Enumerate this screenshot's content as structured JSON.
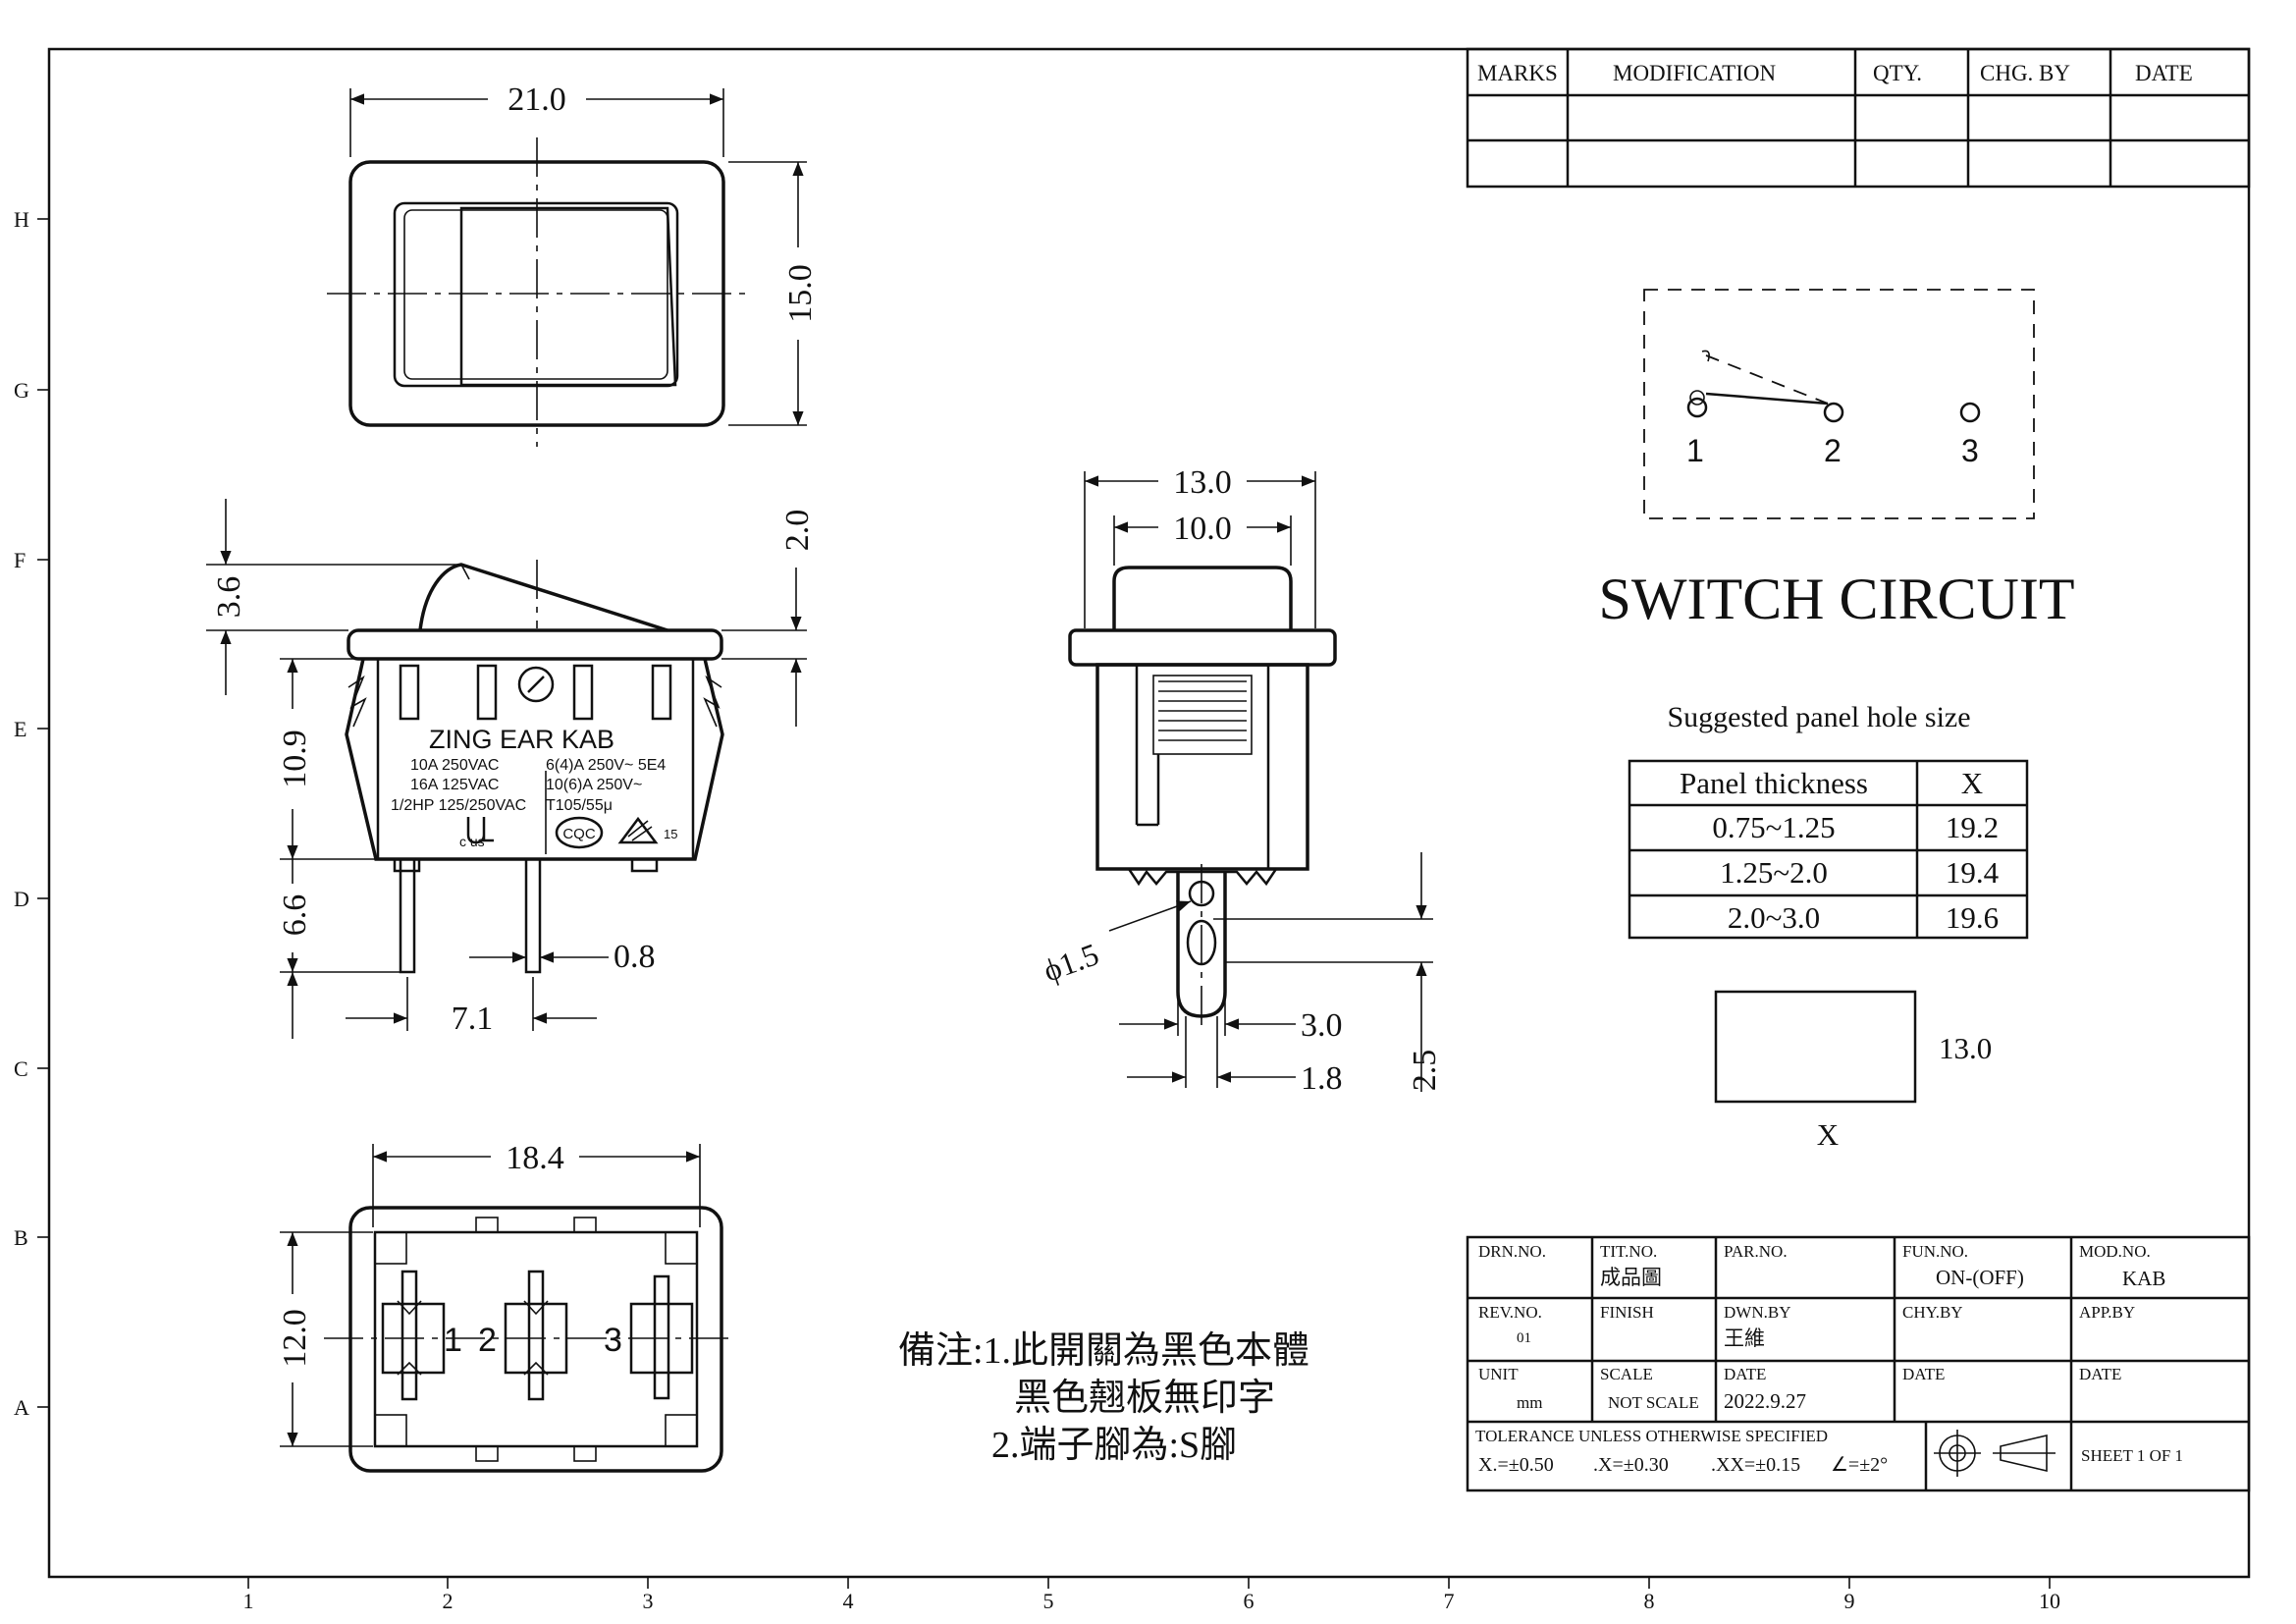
{
  "grid": {
    "rows": [
      "H",
      "G",
      "F",
      "E",
      "D",
      "C",
      "B",
      "A"
    ],
    "cols": [
      "1",
      "2",
      "3",
      "4",
      "5",
      "6",
      "7",
      "8",
      "9",
      "10"
    ]
  },
  "revision_table": {
    "headers": [
      "MARKS",
      "MODIFICATION",
      "QTY.",
      "CHG.  BY",
      "DATE"
    ]
  },
  "dimensions": {
    "top_width": "21.0",
    "top_height": "15.0",
    "actuator_height": "3.6",
    "rocker_offset": "2.0",
    "body_height": "10.9",
    "terminal_length": "6.6",
    "terminal_thickness": "0.8",
    "terminal_pitch": "7.1",
    "side_width_outer": "13.0",
    "side_width_inner": "10.0",
    "hole_diameter": "ϕ1.5",
    "terminal_width": "3.0",
    "terminal_tip": "1.8",
    "terminal_drop": "2.5",
    "bottom_width": "18.4",
    "bottom_height": "12.0"
  },
  "label": {
    "brand": "ZING EAR  KAB",
    "rating_left": [
      "10A 250VAC",
      "16A 125VAC",
      "1/2HP 125/250VAC"
    ],
    "rating_right": [
      "6(4)A 250V~  5E4",
      "10(6)A 250V~",
      "T105/55μ"
    ],
    "cert_cul": "c   us",
    "cert_cqc": "CQC",
    "cert_num": "15"
  },
  "bottom_terminals": [
    "1",
    "2",
    "3"
  ],
  "circuit": {
    "terminals": [
      "1",
      "2",
      "3"
    ],
    "title": "SWITCH   CIRCUIT"
  },
  "panel": {
    "caption": "Suggested panel hole size",
    "headers": [
      "Panel thickness",
      "X"
    ],
    "rows": [
      [
        "0.75~1.25",
        "19.2"
      ],
      [
        "1.25~2.0",
        "19.4"
      ],
      [
        "2.0~3.0",
        "19.6"
      ]
    ],
    "cutout_height": "13.0",
    "cutout_width_label": "X"
  },
  "notes": {
    "line1": "備注:1.此開關為黑色本體",
    "line2": "黑色翹板無印字",
    "line3": "2.端子腳為:S腳"
  },
  "title_block": {
    "drn_no_label": "DRN.NO.",
    "tit_no_label": "TIT.NO.",
    "tit_no_value": "成品圖",
    "par_no_label": "PAR.NO.",
    "fun_no_label": "FUN.NO.",
    "fun_no_value": "ON-(OFF)",
    "mod_no_label": "MOD.NO.",
    "mod_no_value": "KAB",
    "rev_no_label": "REV.NO.",
    "rev_no_value": "01",
    "finish_label": "FINISH",
    "dwn_by_label": "DWN.BY",
    "dwn_by_value": "王維",
    "chy_by_label": "CHY.BY",
    "app_by_label": "APP.BY",
    "unit_label": "UNIT",
    "unit_value": "mm",
    "scale_label": "SCALE",
    "scale_value": "NOT SCALE",
    "date_label_1": "DATE",
    "date_value_1": "2022.9.27",
    "date_label_2": "DATE",
    "date_label_3": "DATE",
    "tolerance_label": "TOLERANCE  UNLESS  OTHERWISE  SPECIFIED",
    "tol_x": "X.=±0.50",
    "tol_xx": ".X=±0.30",
    "tol_xxx": ".XX=±0.15",
    "tol_angle": "∠=±2°",
    "sheet": "SHEET  1  OF  1"
  }
}
